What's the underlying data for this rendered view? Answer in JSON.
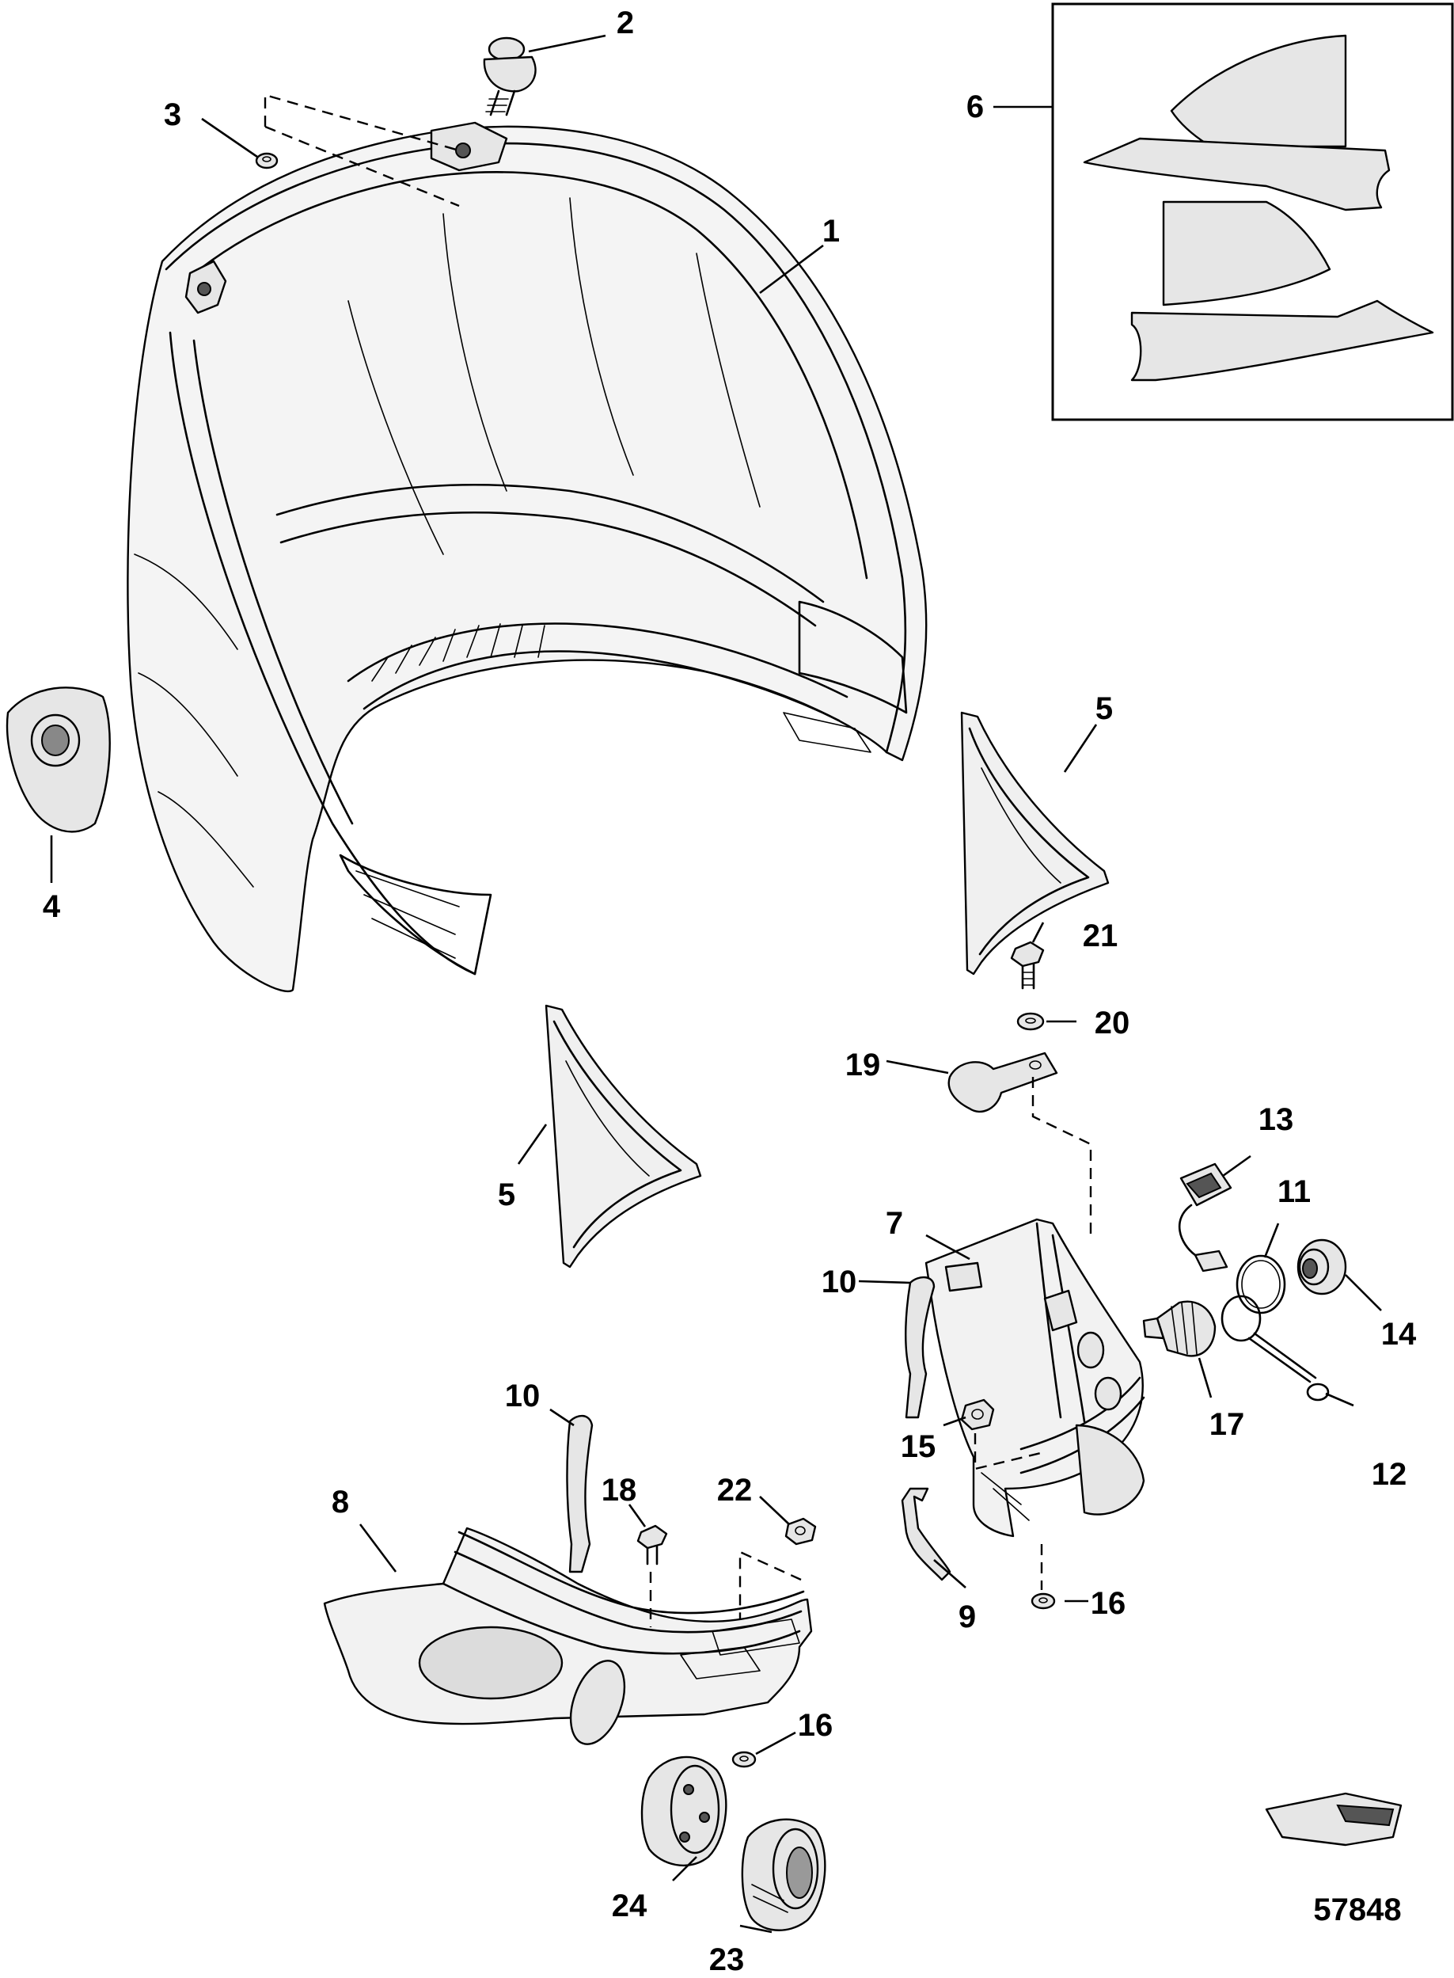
{
  "figure_number": "57848",
  "callouts": [
    {
      "id": "c1",
      "label": "1"
    },
    {
      "id": "c2",
      "label": "2"
    },
    {
      "id": "c3",
      "label": "3"
    },
    {
      "id": "c4",
      "label": "4"
    },
    {
      "id": "c5a",
      "label": "5"
    },
    {
      "id": "c5b",
      "label": "5"
    },
    {
      "id": "c6",
      "label": "6"
    },
    {
      "id": "c7",
      "label": "7"
    },
    {
      "id": "c8",
      "label": "8"
    },
    {
      "id": "c9",
      "label": "9"
    },
    {
      "id": "c10a",
      "label": "10"
    },
    {
      "id": "c10b",
      "label": "10"
    },
    {
      "id": "c11",
      "label": "11"
    },
    {
      "id": "c12",
      "label": "12"
    },
    {
      "id": "c13",
      "label": "13"
    },
    {
      "id": "c14",
      "label": "14"
    },
    {
      "id": "c15",
      "label": "15"
    },
    {
      "id": "c16a",
      "label": "16"
    },
    {
      "id": "c16b",
      "label": "16"
    },
    {
      "id": "c17",
      "label": "17"
    },
    {
      "id": "c18",
      "label": "18"
    },
    {
      "id": "c19",
      "label": "19"
    },
    {
      "id": "c20",
      "label": "20"
    },
    {
      "id": "c21",
      "label": "21"
    },
    {
      "id": "c22",
      "label": "22"
    },
    {
      "id": "c23",
      "label": "23"
    },
    {
      "id": "c24",
      "label": "24"
    }
  ]
}
